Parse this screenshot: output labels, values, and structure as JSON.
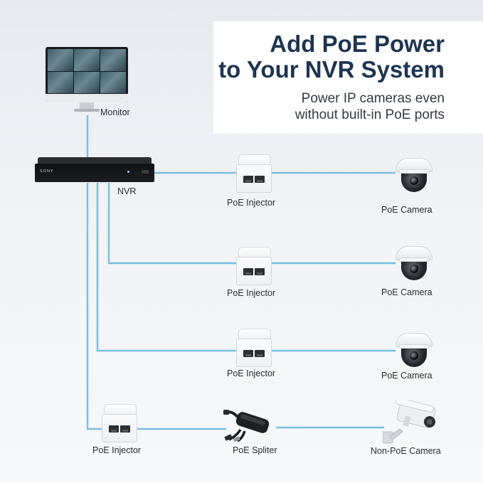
{
  "header": {
    "title": "Add PoE Power\nto Your NVR System",
    "subtitle": "Power IP cameras even\nwithout built-in PoE ports"
  },
  "nodes": {
    "monitor": {
      "label": "Monitor",
      "icon": "monitor-icon"
    },
    "nvr": {
      "label": "NVR",
      "brand": "SONY",
      "icon": "nvr-icon"
    },
    "injector_1": {
      "label": "PoE Injector",
      "icon": "poe-injector-icon"
    },
    "injector_2": {
      "label": "PoE Injector",
      "icon": "poe-injector-icon"
    },
    "injector_3": {
      "label": "PoE Injector",
      "icon": "poe-injector-icon"
    },
    "injector_4": {
      "label": "PoE Injector",
      "icon": "poe-injector-icon"
    },
    "camera_1": {
      "label": "PoE  Camera",
      "icon": "dome-camera-icon"
    },
    "camera_2": {
      "label": "PoE  Camera",
      "icon": "dome-camera-icon"
    },
    "camera_3": {
      "label": "PoE  Camera",
      "icon": "dome-camera-icon"
    },
    "splitter": {
      "label": "PoE Spliter",
      "icon": "poe-splitter-icon"
    },
    "camera_4": {
      "label": "Non-PoE Camera",
      "icon": "bullet-camera-icon"
    }
  },
  "colors": {
    "wire": "#79bfe0",
    "title": "#1d3552",
    "text": "#2a2d33"
  }
}
